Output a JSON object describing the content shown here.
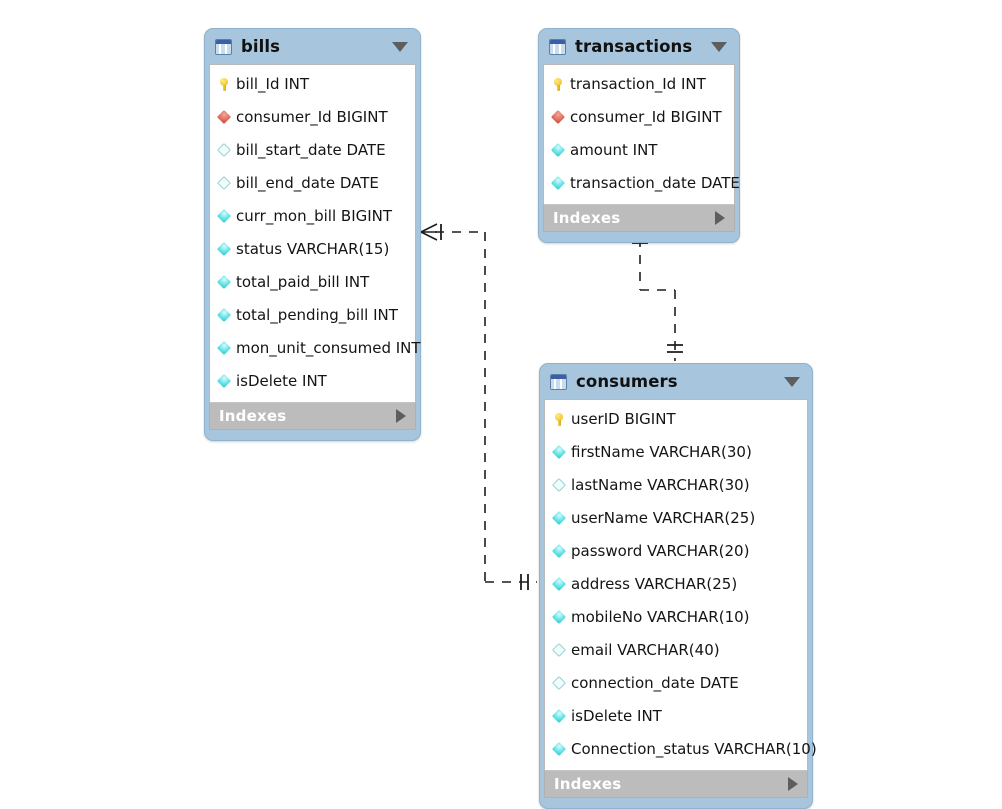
{
  "diagram": {
    "type": "er-diagram",
    "background": "#ffffff",
    "accent_header": "#a7c6dd",
    "indexes_bar_color": "#bcbcbc",
    "tables": [
      {
        "id": "bills",
        "name": "bills",
        "icon": "table-icon",
        "caret": "chevron-down-icon",
        "footer_label": "Indexes",
        "footer_caret": "chevron-right-icon",
        "columns": [
          {
            "label": "bill_Id INT",
            "icon": "primary-key-icon"
          },
          {
            "label": "consumer_Id BIGINT",
            "icon": "foreign-key-icon"
          },
          {
            "label": "bill_start_date DATE",
            "icon": "column-nullable-icon"
          },
          {
            "label": "bill_end_date DATE",
            "icon": "column-nullable-icon"
          },
          {
            "label": "curr_mon_bill BIGINT",
            "icon": "column-icon"
          },
          {
            "label": "status VARCHAR(15)",
            "icon": "column-icon"
          },
          {
            "label": "total_paid_bill INT",
            "icon": "column-icon"
          },
          {
            "label": "total_pending_bill INT",
            "icon": "column-icon"
          },
          {
            "label": "mon_unit_consumed INT",
            "icon": "column-icon"
          },
          {
            "label": "isDelete INT",
            "icon": "column-icon"
          }
        ]
      },
      {
        "id": "transactions",
        "name": "transactions",
        "icon": "table-icon",
        "caret": "chevron-down-icon",
        "footer_label": "Indexes",
        "footer_caret": "chevron-right-icon",
        "columns": [
          {
            "label": "transaction_Id INT",
            "icon": "primary-key-icon"
          },
          {
            "label": "consumer_Id BIGINT",
            "icon": "foreign-key-icon"
          },
          {
            "label": "amount INT",
            "icon": "column-icon"
          },
          {
            "label": "transaction_date DATE",
            "icon": "column-icon"
          }
        ]
      },
      {
        "id": "consumers",
        "name": "consumers",
        "icon": "table-icon",
        "caret": "chevron-down-icon",
        "footer_label": "Indexes",
        "footer_caret": "chevron-right-icon",
        "columns": [
          {
            "label": "userID BIGINT",
            "icon": "primary-key-icon"
          },
          {
            "label": "firstName VARCHAR(30)",
            "icon": "column-icon"
          },
          {
            "label": "lastName VARCHAR(30)",
            "icon": "column-nullable-icon"
          },
          {
            "label": "userName VARCHAR(25)",
            "icon": "column-icon"
          },
          {
            "label": "password VARCHAR(20)",
            "icon": "column-icon"
          },
          {
            "label": "address VARCHAR(25)",
            "icon": "column-icon"
          },
          {
            "label": "mobileNo VARCHAR(10)",
            "icon": "column-icon"
          },
          {
            "label": "email VARCHAR(40)",
            "icon": "column-nullable-icon"
          },
          {
            "label": "connection_date DATE",
            "icon": "column-nullable-icon"
          },
          {
            "label": "isDelete INT",
            "icon": "column-icon"
          },
          {
            "label": "Connection_status VARCHAR(10)",
            "icon": "column-icon"
          }
        ]
      }
    ],
    "relationships": [
      {
        "id": "consumers-bills",
        "from_table": "consumers",
        "to_table": "bills",
        "from_cardinality": "one-and-only-one",
        "to_cardinality": "zero-or-many",
        "line_style": "dashed",
        "notation": "crows-foot"
      },
      {
        "id": "consumers-transactions",
        "from_table": "consumers",
        "to_table": "transactions",
        "from_cardinality": "one-and-only-one",
        "to_cardinality": "zero-or-many",
        "line_style": "dashed",
        "notation": "crows-foot"
      }
    ]
  }
}
